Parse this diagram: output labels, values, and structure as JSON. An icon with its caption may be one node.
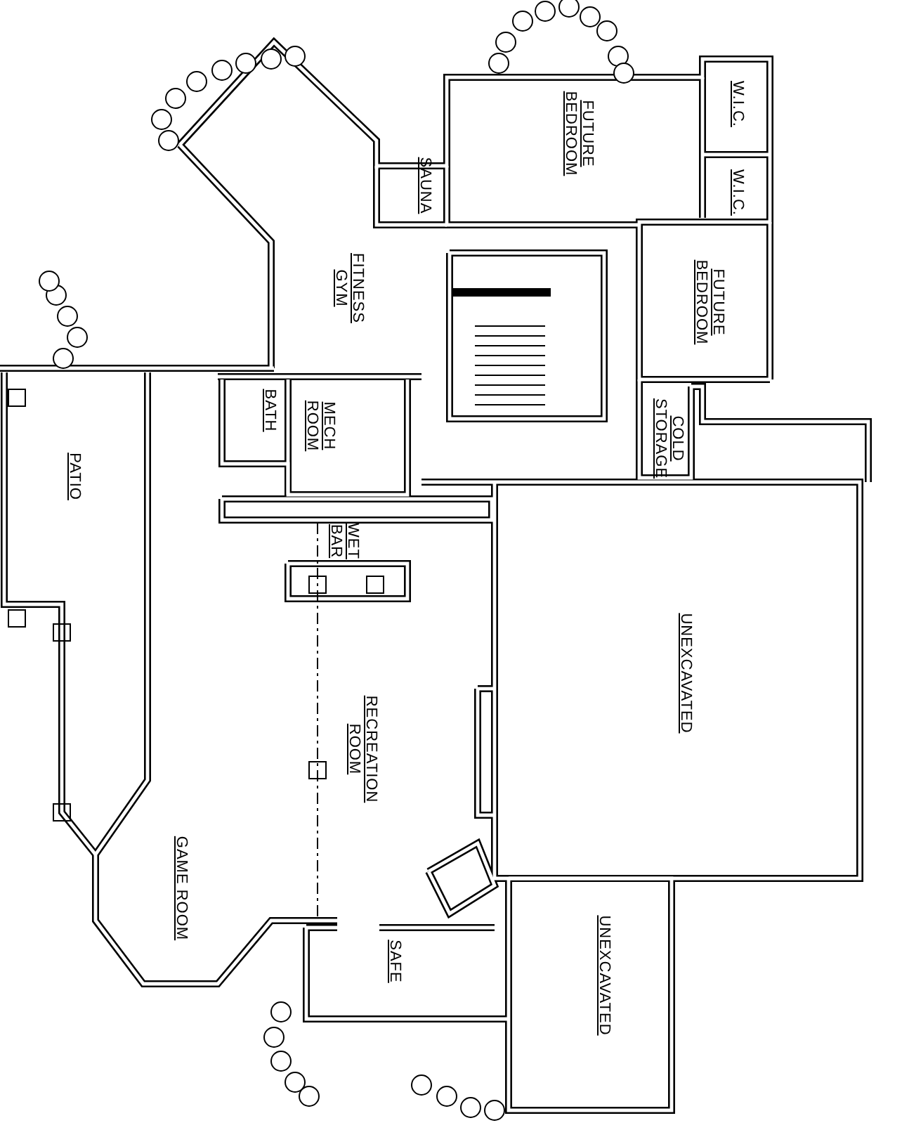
{
  "diagram": {
    "labels": [
      "FUTURE BEDROOM",
      "W.I.C.",
      "W.I.C.",
      "SAUNA",
      "FITNESS GYM",
      "FUTURE BEDROOM",
      "PATIO",
      "BATH",
      "MECH ROOM",
      "COLD STORAGE",
      "WET BAR",
      "UNEXCAVATED",
      "RECREATION ROOM",
      "GAME ROOM",
      "UNEXCAVATED",
      "SAFE"
    ]
  }
}
